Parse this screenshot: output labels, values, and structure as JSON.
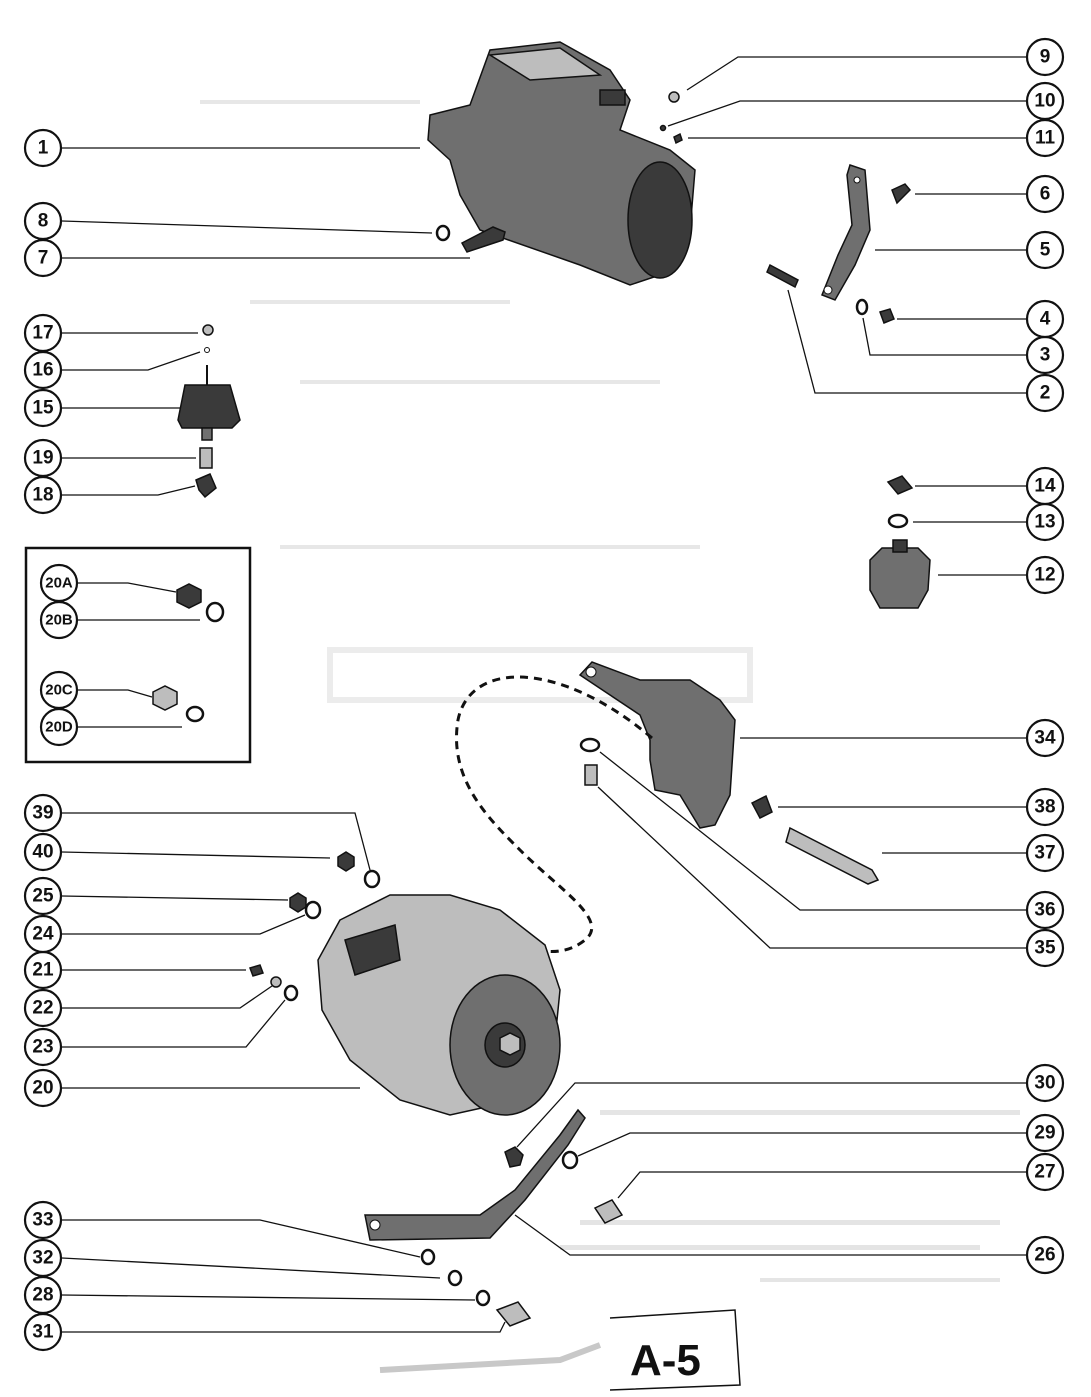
{
  "page_label": "A-5",
  "callouts": [
    {
      "id": "1"
    },
    {
      "id": "2"
    },
    {
      "id": "3"
    },
    {
      "id": "4"
    },
    {
      "id": "5"
    },
    {
      "id": "6"
    },
    {
      "id": "7"
    },
    {
      "id": "8"
    },
    {
      "id": "9"
    },
    {
      "id": "10"
    },
    {
      "id": "11"
    },
    {
      "id": "12"
    },
    {
      "id": "13"
    },
    {
      "id": "14"
    },
    {
      "id": "15"
    },
    {
      "id": "16"
    },
    {
      "id": "17"
    },
    {
      "id": "18"
    },
    {
      "id": "19"
    },
    {
      "id": "20"
    },
    {
      "id": "20A"
    },
    {
      "id": "20B"
    },
    {
      "id": "20C"
    },
    {
      "id": "20D"
    },
    {
      "id": "21"
    },
    {
      "id": "22"
    },
    {
      "id": "23"
    },
    {
      "id": "24"
    },
    {
      "id": "25"
    },
    {
      "id": "26"
    },
    {
      "id": "27"
    },
    {
      "id": "28"
    },
    {
      "id": "29"
    },
    {
      "id": "30"
    },
    {
      "id": "31"
    },
    {
      "id": "32"
    },
    {
      "id": "33"
    },
    {
      "id": "34"
    },
    {
      "id": "35"
    },
    {
      "id": "36"
    },
    {
      "id": "37"
    },
    {
      "id": "38"
    },
    {
      "id": "39"
    },
    {
      "id": "40"
    }
  ]
}
